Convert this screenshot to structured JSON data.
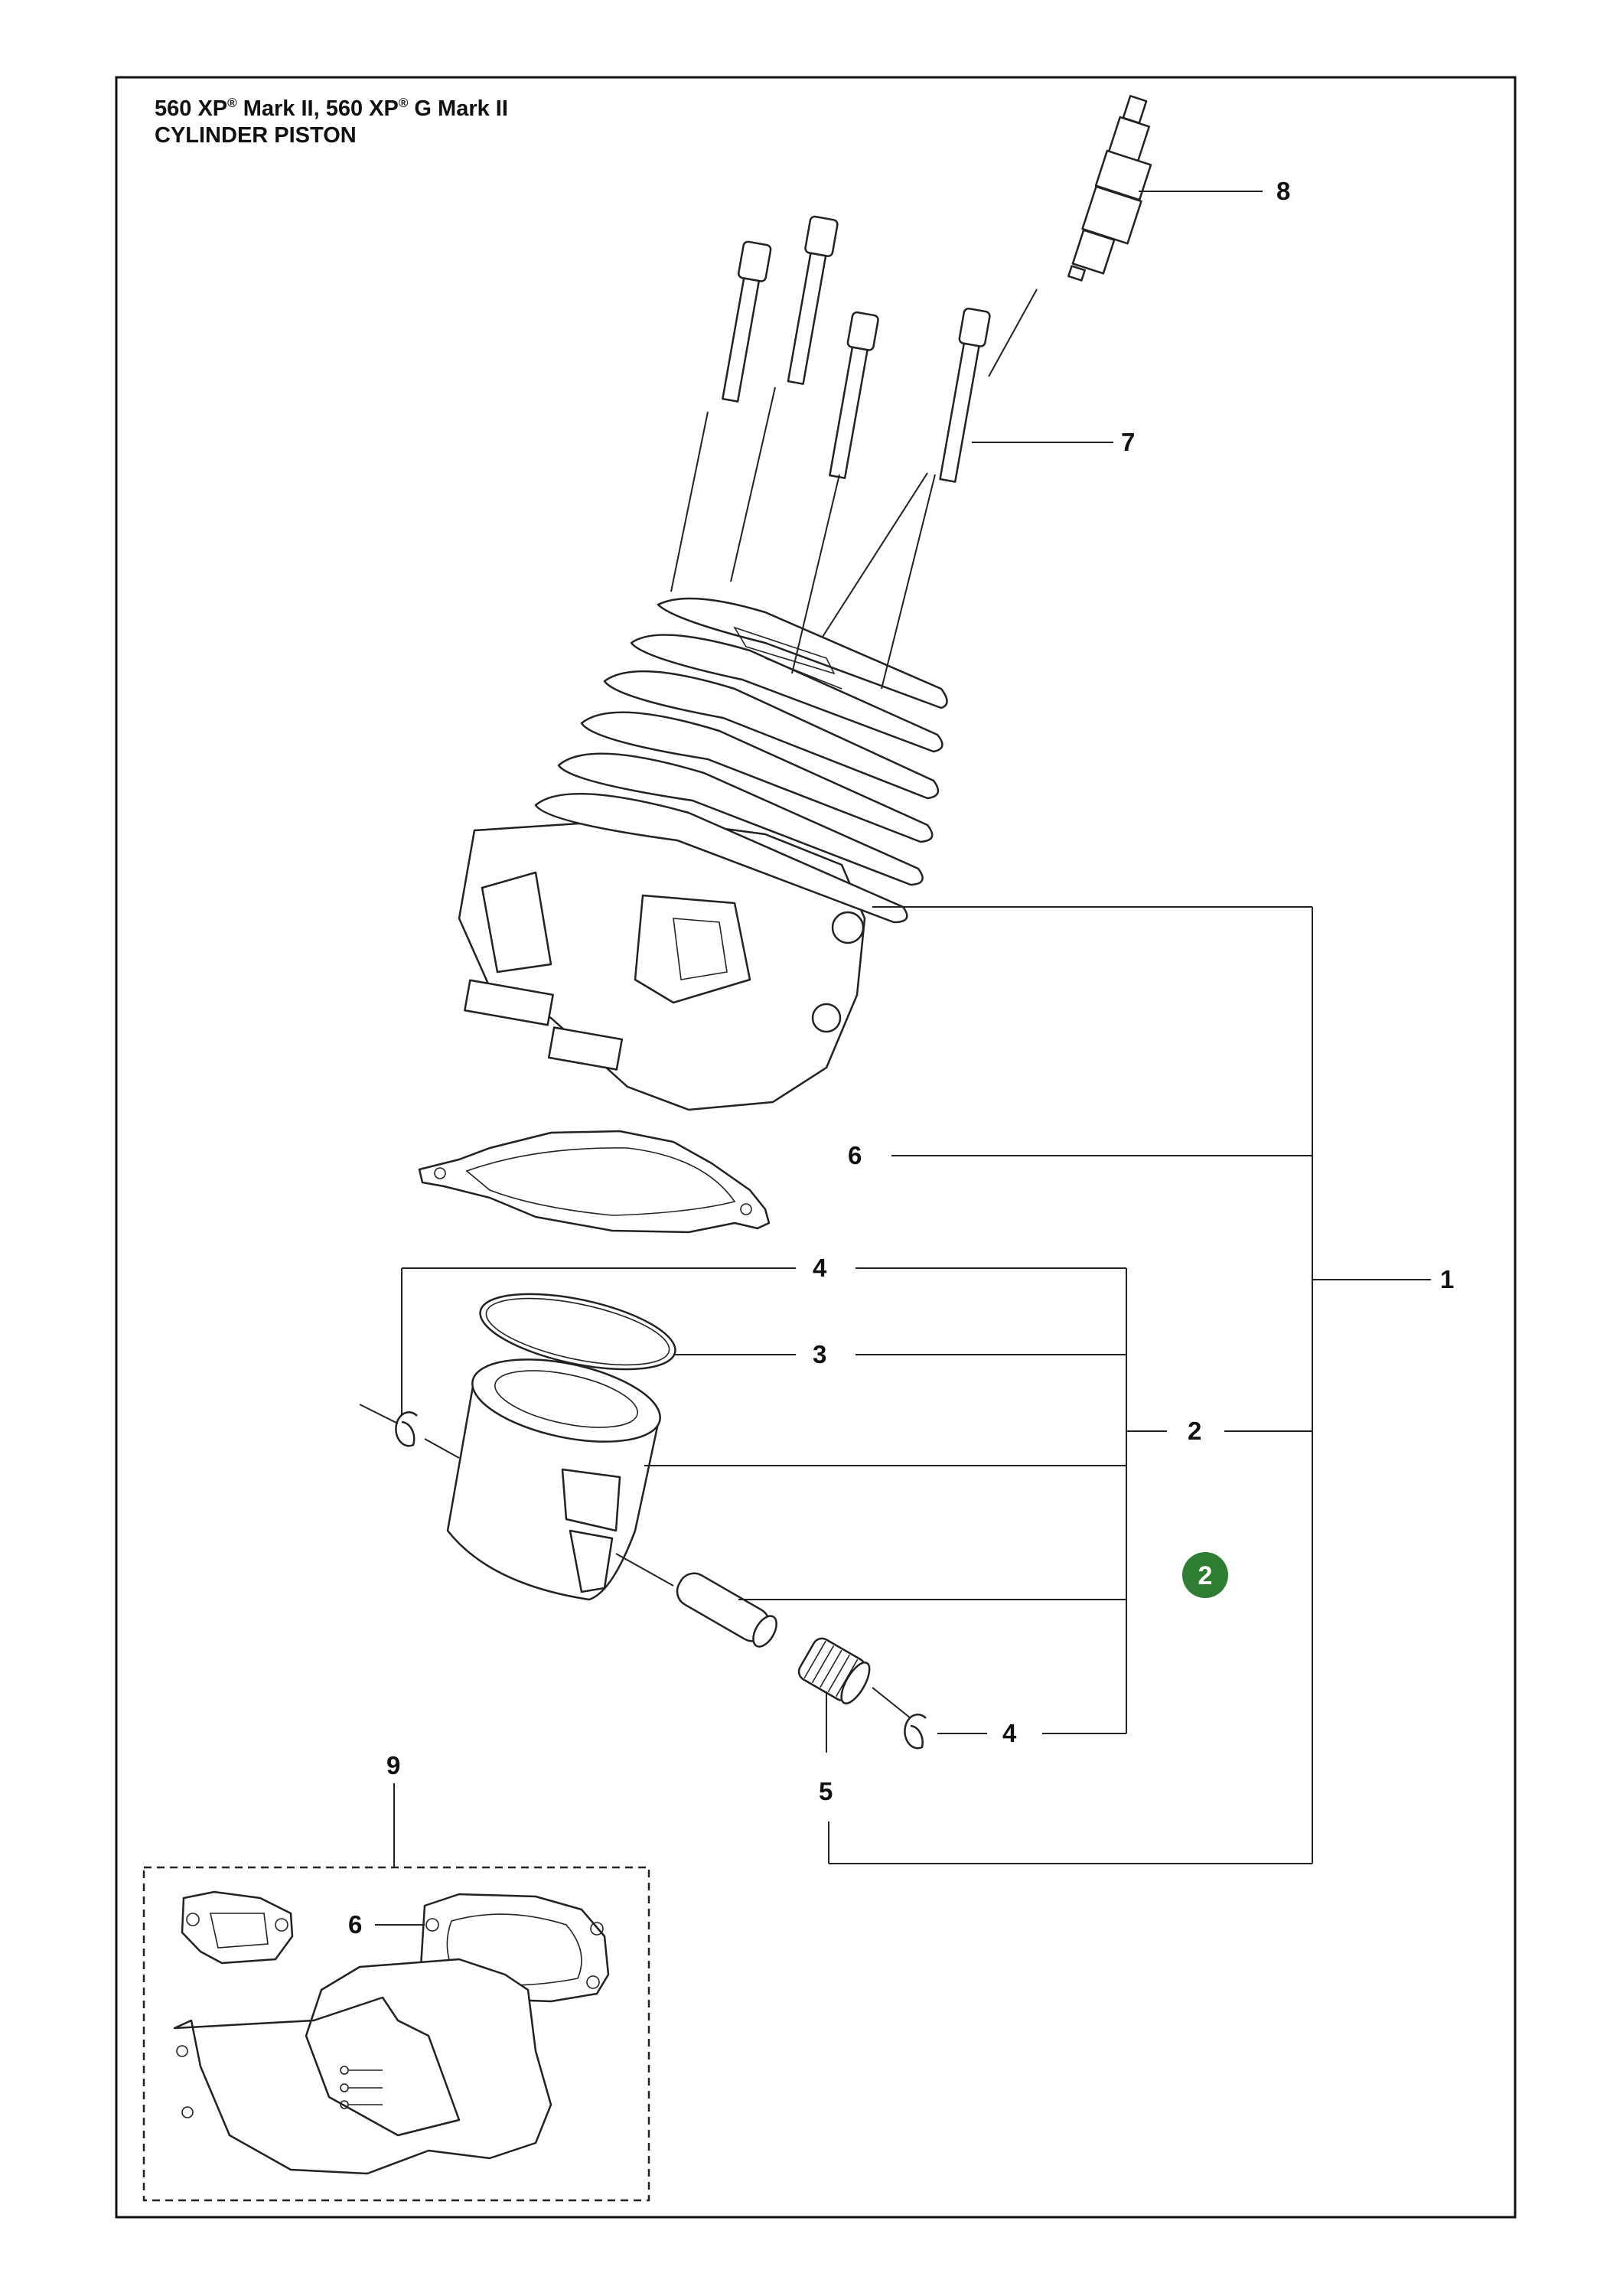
{
  "header": {
    "model_line": {
      "a": "560 XP",
      "reg": "®",
      "b": " Mark II, 560 XP",
      "reg2": "®",
      "c": " G Mark II"
    },
    "section_title": "CYLINDER PISTON"
  },
  "callouts": {
    "c1": "1",
    "c2": "2",
    "c3": "3",
    "c4_top": "4",
    "c4_bottom": "4",
    "c5": "5",
    "c6": "6",
    "c6_kit": "6",
    "c7": "7",
    "c8": "8",
    "c9": "9"
  },
  "badge": {
    "label": "2",
    "color": "#2e7d32"
  }
}
